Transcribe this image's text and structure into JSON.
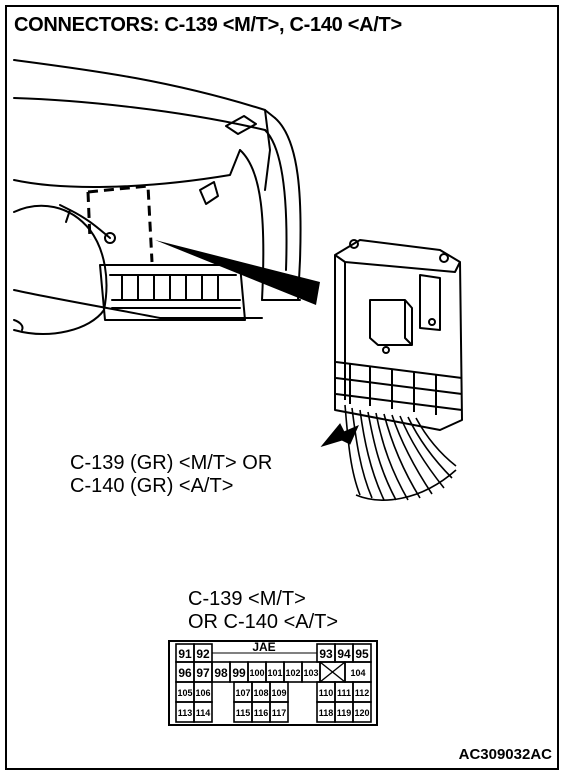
{
  "title": "CONNECTORS: C-139 <M/T>, C-140 <A/T>",
  "callout": {
    "line1": "C-139 (GR) <M/T> OR",
    "line2": "C-140 (GR) <A/T>"
  },
  "connector_label": {
    "line1": "C-139 <M/T>",
    "line2": "OR C-140 <A/T>"
  },
  "pinout": {
    "maker": "JAE",
    "row1_left": [
      "91",
      "92"
    ],
    "row1_right": [
      "93",
      "94",
      "95"
    ],
    "row2": [
      "96",
      "97",
      "98",
      "99",
      "100",
      "101",
      "102",
      "103",
      "",
      "104"
    ],
    "row3_left": [
      "105",
      "106"
    ],
    "row3_mid": [
      "107",
      "108",
      "109"
    ],
    "row3_right": [
      "110",
      "111",
      "112"
    ],
    "row4_left": [
      "113",
      "114"
    ],
    "row4_mid": [
      "115",
      "116",
      "117"
    ],
    "row4_right": [
      "118",
      "119",
      "120"
    ]
  },
  "figure_code": "AC309032AC"
}
